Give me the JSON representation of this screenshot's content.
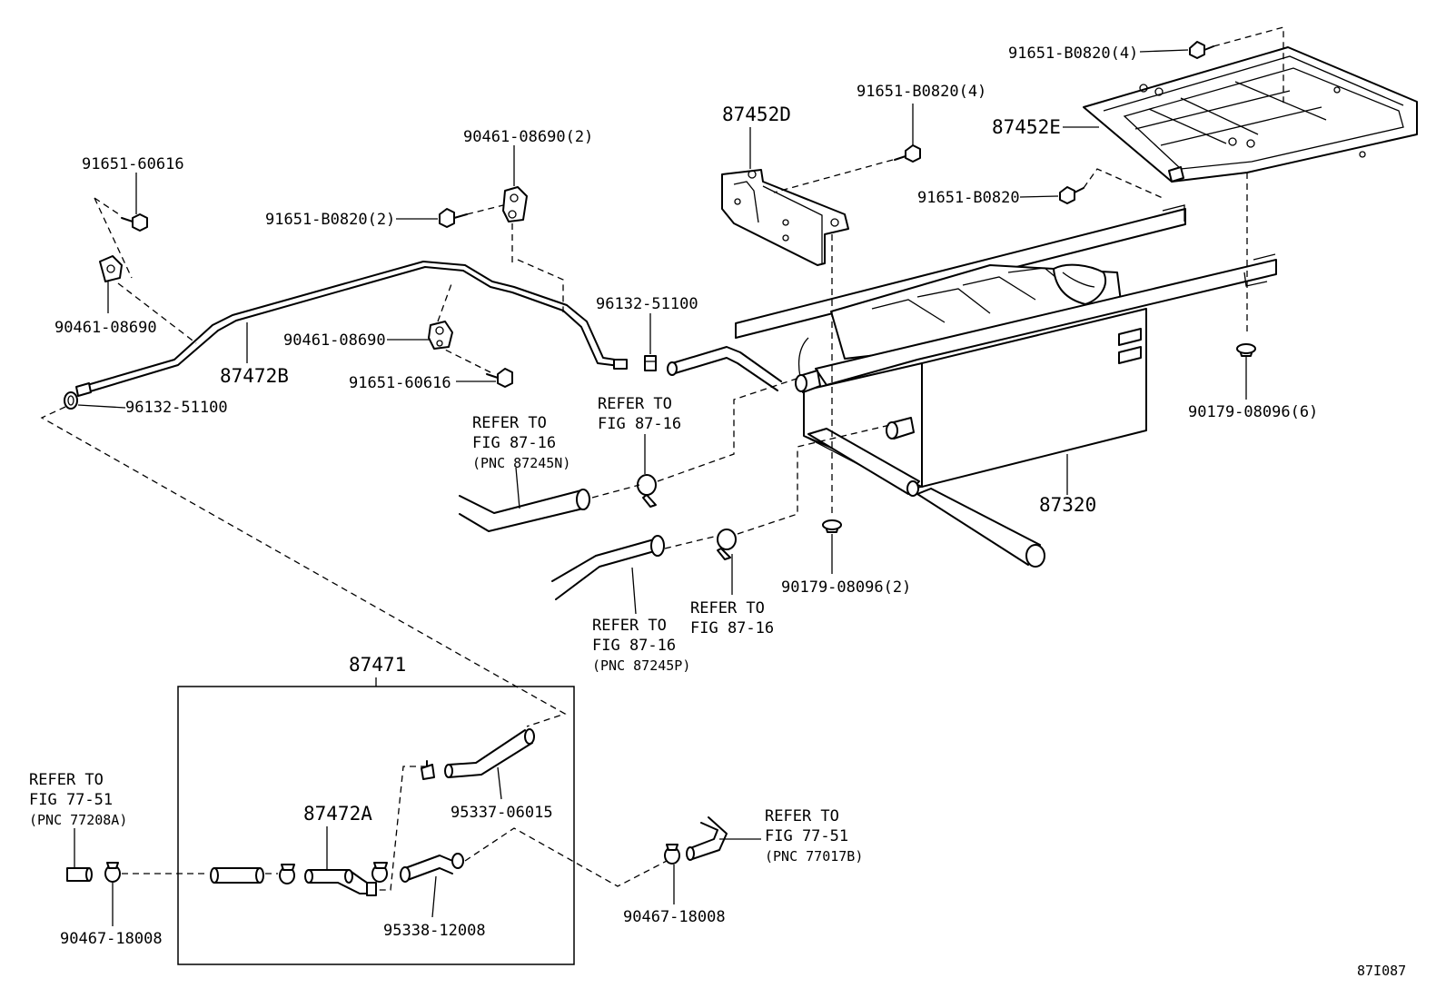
{
  "labels": {
    "l_91651_B0820_4_top": "91651-B0820(4)",
    "l_87452E": "87452E",
    "l_87452D": "87452D",
    "l_91651_B0820_4_mid": "91651-B0820(4)",
    "l_91651_B0820_right": "91651-B0820",
    "l_90461_08690_2": "90461-08690(2)",
    "l_91651_60616_left": "91651-60616",
    "l_91651_B0820_2": "91651-B0820(2)",
    "l_90461_08690_left": "90461-08690",
    "l_87472B": "87472B",
    "l_90461_08690_mid": "90461-08690",
    "l_91651_60616_mid": "91651-60616",
    "l_96132_51100_left": "96132-51100",
    "l_96132_51100_mid": "96132-51100",
    "l_90179_08096_6": "90179-08096(6)",
    "l_87320": "87320",
    "l_90179_08096_2": "90179-08096(2)",
    "l_87471": "87471",
    "l_87472A": "87472A",
    "l_95337_06015": "95337-06015",
    "l_95338_12008": "95338-12008",
    "l_90467_18008_left": "90467-18008",
    "l_90467_18008_right": "90467-18008",
    "diagram_code": "87I087"
  },
  "refs": {
    "r1": {
      "line1": "REFER TO",
      "line2": "FIG 87-16",
      "line3": "(PNC 87245N)"
    },
    "r2": {
      "line1": "REFER TO",
      "line2": "FIG 87-16"
    },
    "r3": {
      "line1": "REFER TO",
      "line2": "FIG 87-16",
      "line3": "(PNC 87245P)"
    },
    "r4": {
      "line1": "REFER TO",
      "line2": "FIG 87-16"
    },
    "r5": {
      "line1": "REFER TO",
      "line2": "FIG 77-51",
      "line3": "(PNC 77208A)"
    },
    "r6": {
      "line1": "REFER TO",
      "line2": "FIG 77-51",
      "line3": "(PNC 77017B)"
    }
  }
}
